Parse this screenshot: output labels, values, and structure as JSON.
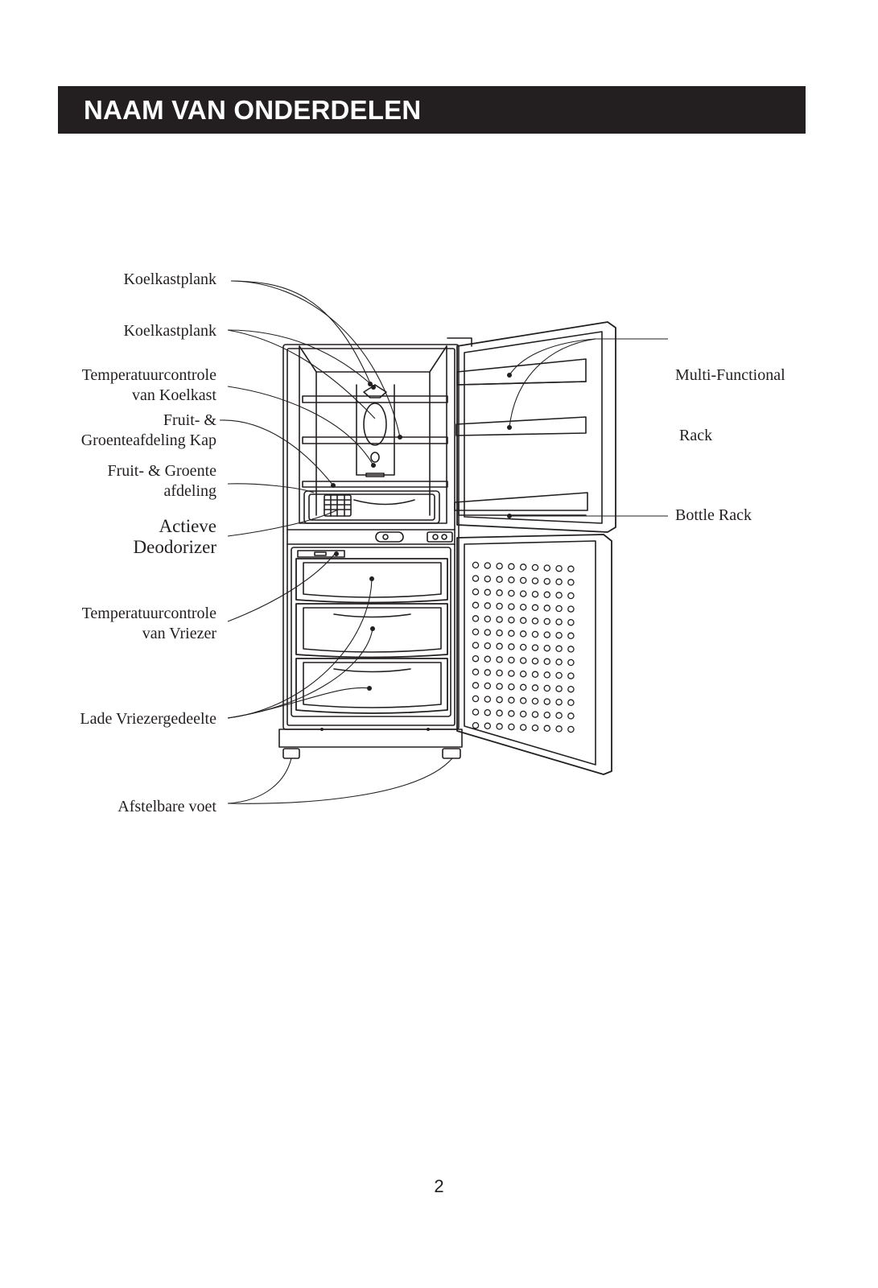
{
  "header": {
    "title": "NAAM VAN ONDERDELEN"
  },
  "labels_left": [
    {
      "id": "koelkastplank-1",
      "lines": [
        "Koelkastplank"
      ]
    },
    {
      "id": "koelkastplank-2",
      "lines": [
        "Koelkastplank"
      ]
    },
    {
      "id": "temp-koelkast",
      "lines": [
        "Temperatuurcontrole",
        "van Koelkast"
      ]
    },
    {
      "id": "fruit-kap",
      "lines": [
        "Fruit- &",
        "Groenteafdeling Kap"
      ]
    },
    {
      "id": "fruit-afdeling",
      "lines": [
        "Fruit- & Groente",
        "afdeling"
      ]
    },
    {
      "id": "deodorizer",
      "lines": [
        "Actieve",
        "Deodorizer"
      ]
    },
    {
      "id": "temp-vriezer",
      "lines": [
        "Temperatuurcontrole",
        "van Vriezer"
      ]
    },
    {
      "id": "lade-vriezer",
      "lines": [
        "Lade Vriezergedeelte"
      ]
    },
    {
      "id": "afstelbare-voet",
      "lines": [
        "Afstelbare voet"
      ]
    }
  ],
  "labels_right": [
    {
      "id": "multi-functional",
      "lines": [
        "Multi-Functional",
        " Rack"
      ]
    },
    {
      "id": "bottle-rack",
      "lines": [
        "Bottle Rack"
      ]
    }
  ],
  "footer": {
    "page_number": "2"
  }
}
